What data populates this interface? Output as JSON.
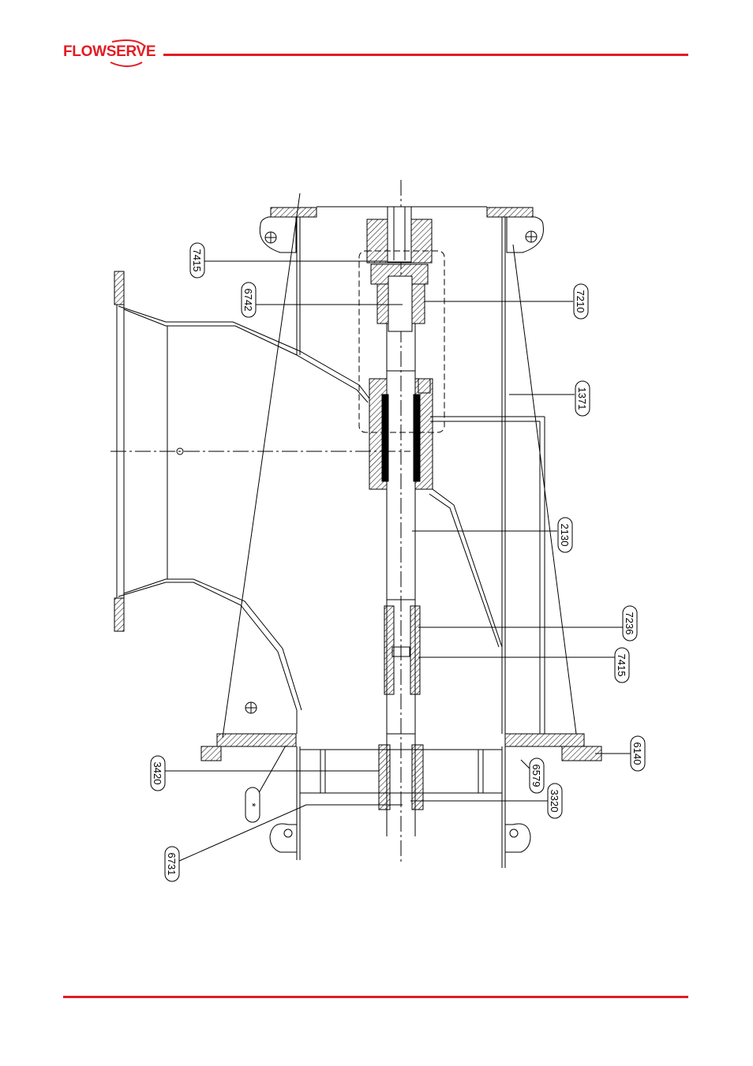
{
  "header": {
    "logo_text": "FLOWSERVE",
    "brand_color": "#e31b23"
  },
  "drawing": {
    "part_labels": [
      "7415",
      "6742",
      "7210",
      "1371",
      "2130",
      "7236",
      "7415",
      "6140",
      "6579",
      "3320",
      "3420",
      "*",
      "6731"
    ]
  }
}
